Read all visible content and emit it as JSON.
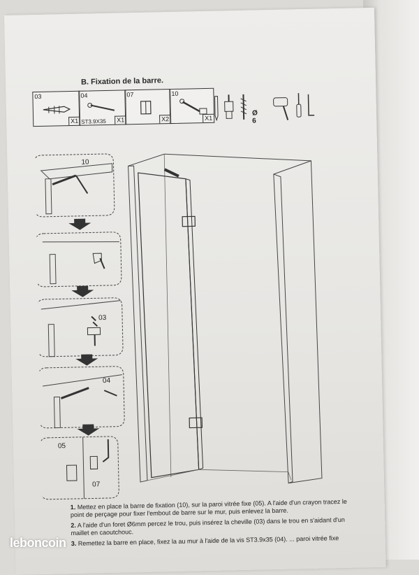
{
  "section": {
    "title": "B. Fixation de la barre."
  },
  "parts": [
    {
      "num": "03",
      "qty": "X1",
      "spec": ""
    },
    {
      "num": "04",
      "qty": "X1",
      "spec": "ST3.9X35"
    },
    {
      "num": "07",
      "qty": "X2",
      "spec": ""
    },
    {
      "num": "10",
      "qty": "X1",
      "spec": ""
    }
  ],
  "tools": {
    "drill_size": "Ø 6"
  },
  "step_labels": {
    "s1": "10",
    "s3": "03",
    "s4": "04",
    "s5a": "05",
    "s5b": "07"
  },
  "instructions": [
    {
      "num": "1.",
      "text": " Mettez en place la barre de fixation (10), sur la paroi vitrée fixe (05). A l'aide d'un crayon tracez le point de perçage pour fixer l'embout de barre sur le mur, puis enlevez la barre."
    },
    {
      "num": "2.",
      "text": " A l'aide d'un foret Ø6mm percez le trou, puis insérez la cheville (03) dans le trou en s'aidant d'un maillet en caoutchouc."
    },
    {
      "num": "3.",
      "text": " Remettez la barre en place, fixez la au mur à l'aide de la vis ST3.9x35 (04). ... paroi vitrée fixe"
    }
  ],
  "watermark": "leboncoin"
}
